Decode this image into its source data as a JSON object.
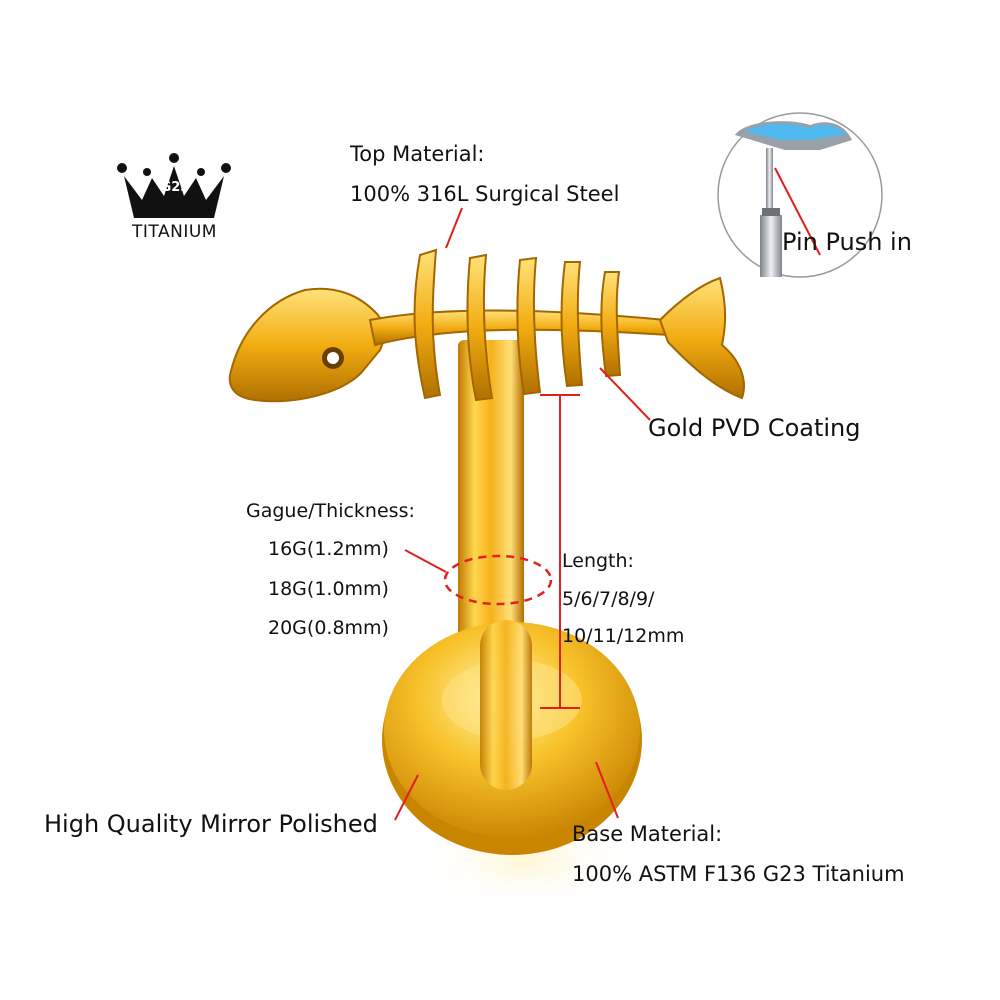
{
  "badge": {
    "grade": "G23",
    "text": "TITANIUM"
  },
  "labels": {
    "top_material_title": "Top Material:",
    "top_material_value": "100% 316L Surgical Steel",
    "pin_push": "Pin Push in",
    "coating": "Gold PVD Coating",
    "gauge_title": "Gague/Thickness:",
    "gauge_options": [
      "16G(1.2mm)",
      "18G(1.0mm)",
      "20G(0.8mm)"
    ],
    "length_title": "Length:",
    "length_line1": "5/6/7/8/9/",
    "length_line2": "10/11/12mm",
    "polish": "High Quality Mirror Polished",
    "base_material_title": "Base Material:",
    "base_material_value": "100% ASTM F136 G23 Titanium"
  },
  "colors": {
    "gold": "#e8a317",
    "gold_light": "#ffd75a",
    "gold_dark": "#a86a00",
    "annotation_red": "#e0201a",
    "steel": "#b8bcc4",
    "opal": "#4fb8ef"
  }
}
